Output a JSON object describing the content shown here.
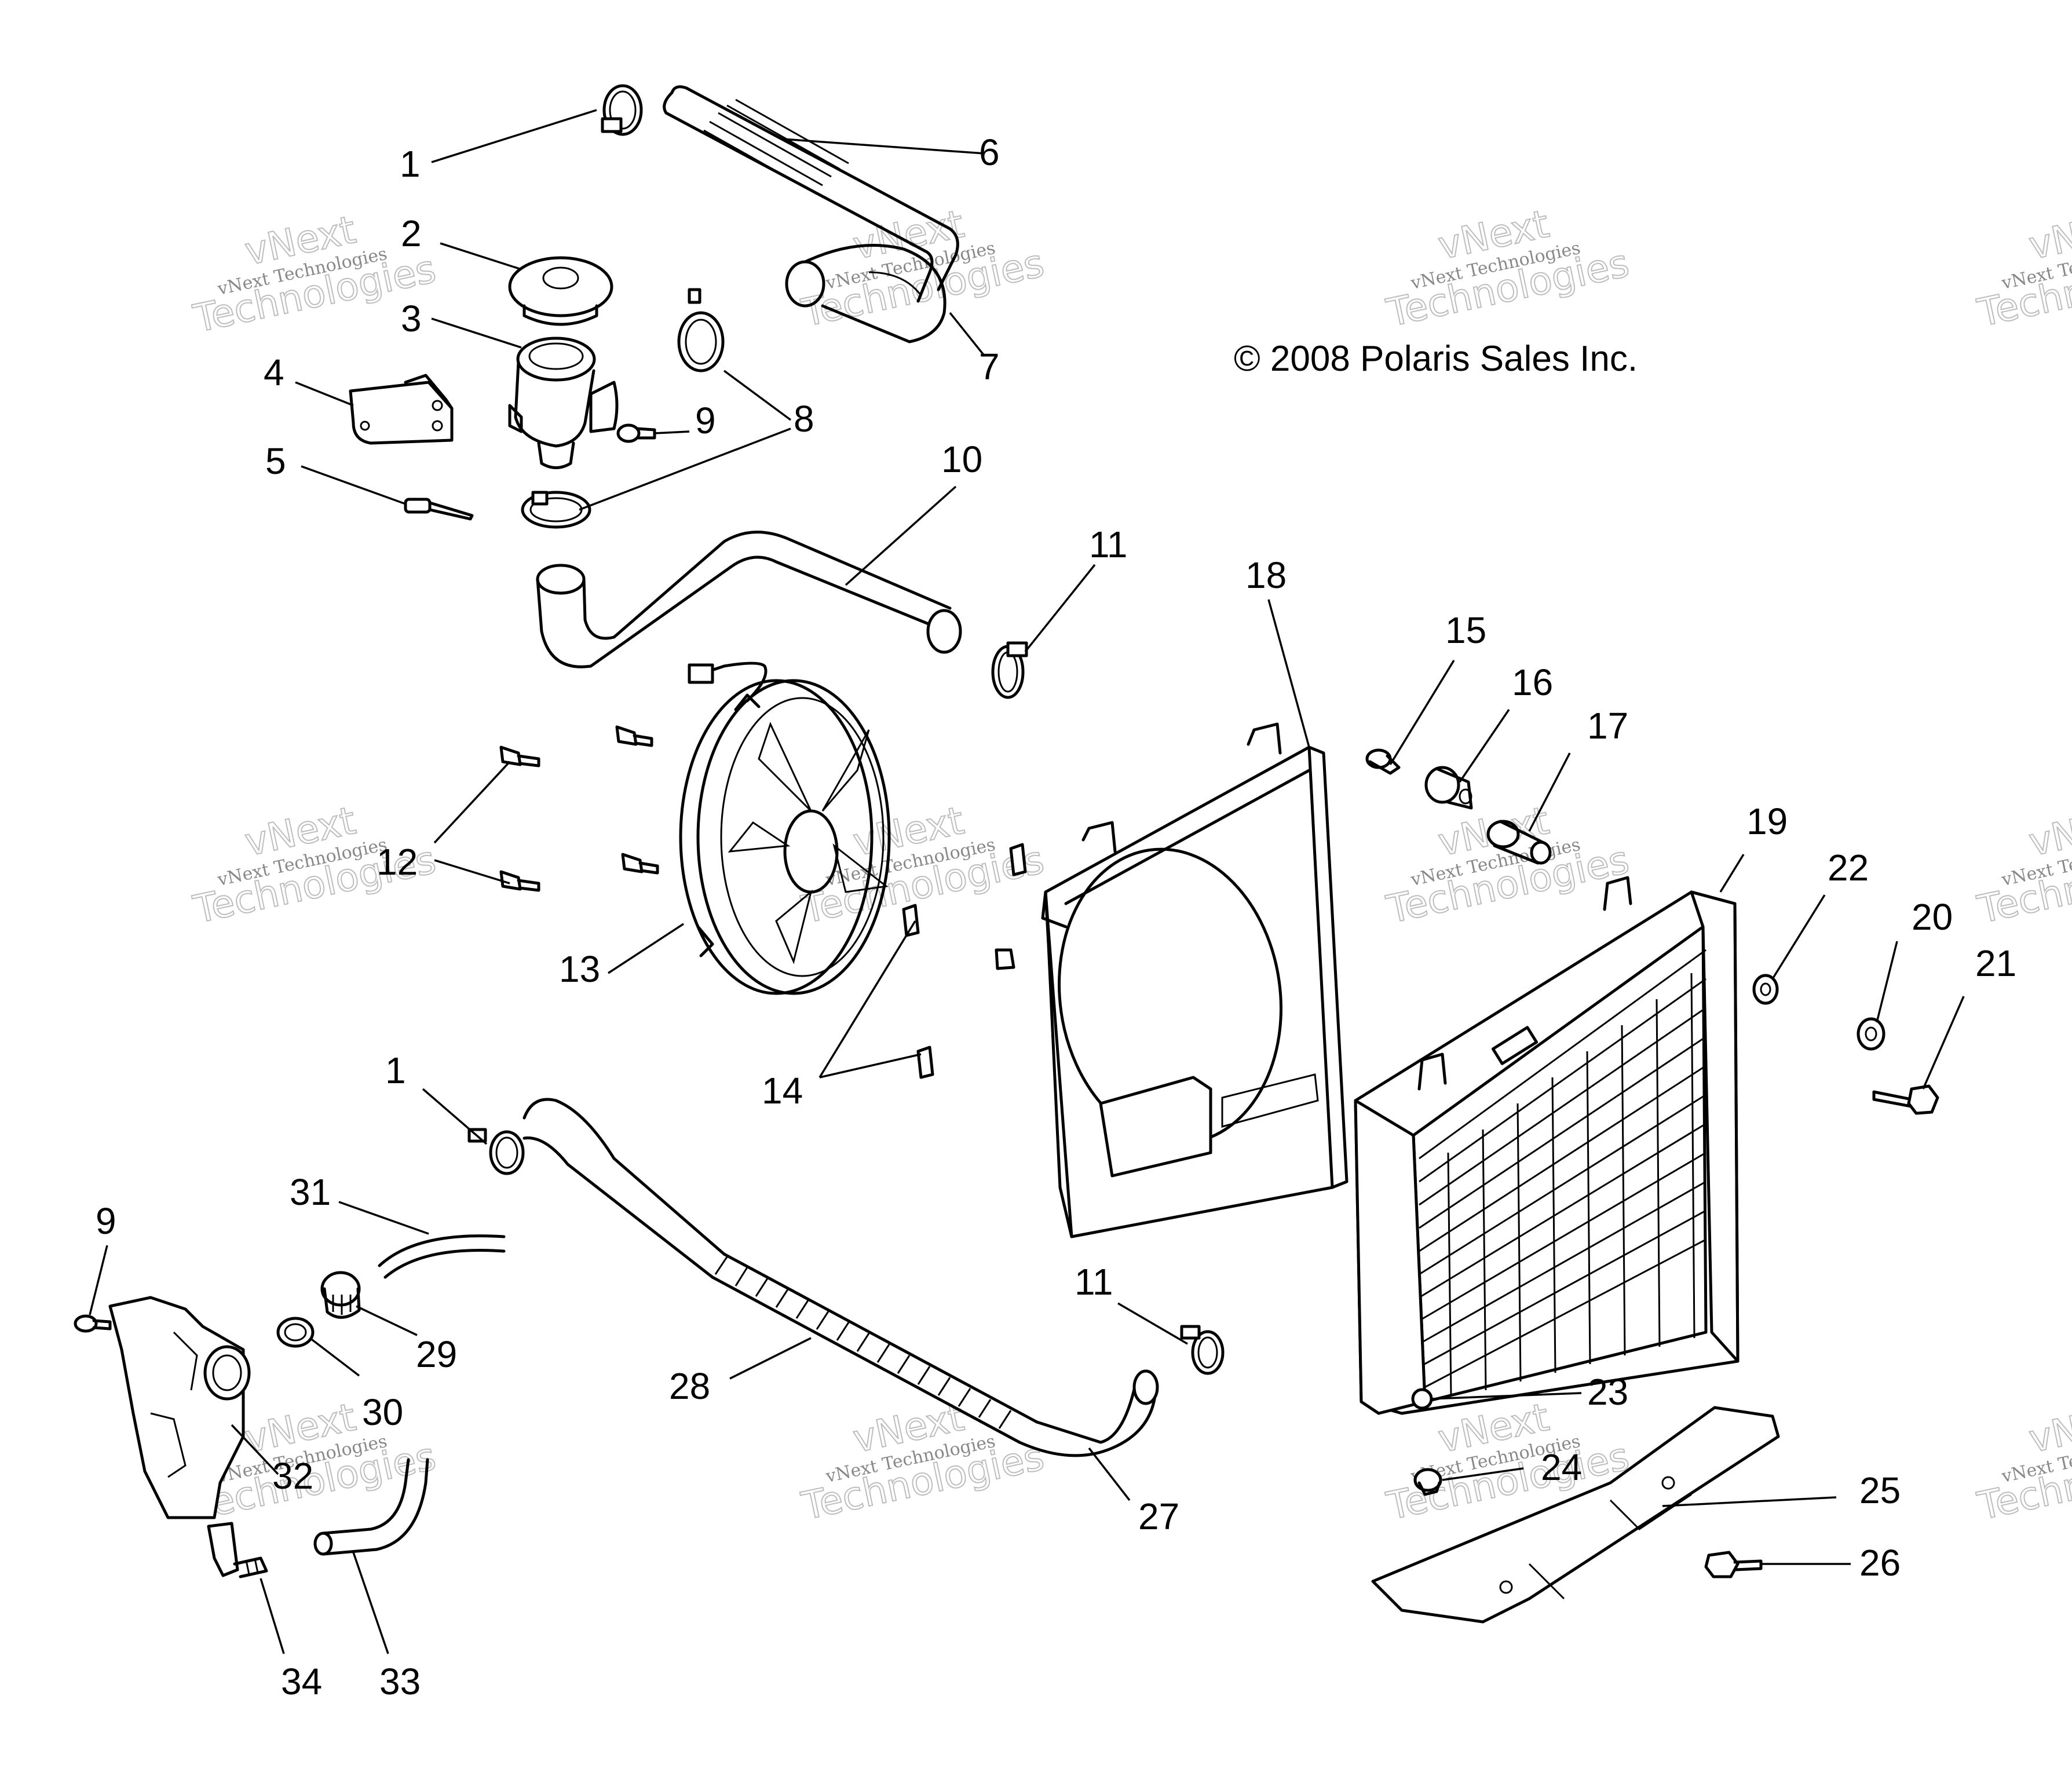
{
  "copyright": "© 2008 Polaris Sales Inc.",
  "watermark": {
    "line_small": "vNext Technologies",
    "line_big_top": "vNext",
    "line_big_bottom": "Technologies"
  },
  "callouts": [
    {
      "id": "c1a",
      "label": "1",
      "part": "hose-clamp"
    },
    {
      "id": "c2",
      "label": "2",
      "part": "radiator-cap"
    },
    {
      "id": "c3",
      "label": "3",
      "part": "filler-neck"
    },
    {
      "id": "c4",
      "label": "4",
      "part": "filler-neck-bracket"
    },
    {
      "id": "c5",
      "label": "5",
      "part": "rivet"
    },
    {
      "id": "c6",
      "label": "6",
      "part": "upper-hose"
    },
    {
      "id": "c7",
      "label": "7",
      "part": "hose-elbow"
    },
    {
      "id": "c8",
      "label": "8",
      "part": "hose-clamps"
    },
    {
      "id": "c9a",
      "label": "9",
      "part": "screw"
    },
    {
      "id": "c10",
      "label": "10",
      "part": "radiator-hose"
    },
    {
      "id": "c11a",
      "label": "11",
      "part": "hose-clamp"
    },
    {
      "id": "c12",
      "label": "12",
      "part": "fan-screws"
    },
    {
      "id": "c13",
      "label": "13",
      "part": "cooling-fan"
    },
    {
      "id": "c14",
      "label": "14",
      "part": "speed-nuts"
    },
    {
      "id": "c15",
      "label": "15",
      "part": "bushing"
    },
    {
      "id": "c16",
      "label": "16",
      "part": "grommet"
    },
    {
      "id": "c17",
      "label": "17",
      "part": "sleeve"
    },
    {
      "id": "c18",
      "label": "18",
      "part": "fan-shroud"
    },
    {
      "id": "c19",
      "label": "19",
      "part": "radiator"
    },
    {
      "id": "c22",
      "label": "22",
      "part": "washer"
    },
    {
      "id": "c20",
      "label": "20",
      "part": "washer"
    },
    {
      "id": "c21",
      "label": "21",
      "part": "bolt"
    },
    {
      "id": "c1b",
      "label": "1",
      "part": "hose-clamp"
    },
    {
      "id": "c31",
      "label": "31",
      "part": "overflow-hose"
    },
    {
      "id": "c9b",
      "label": "9",
      "part": "screw"
    },
    {
      "id": "c29",
      "label": "29",
      "part": "reservoir-cap"
    },
    {
      "id": "c30",
      "label": "30",
      "part": "gasket"
    },
    {
      "id": "c28",
      "label": "28",
      "part": "lower-hose"
    },
    {
      "id": "c11b",
      "label": "11",
      "part": "hose-clamp"
    },
    {
      "id": "c23",
      "label": "23",
      "part": "drain-plug"
    },
    {
      "id": "c24",
      "label": "24",
      "part": "nut"
    },
    {
      "id": "c25",
      "label": "25",
      "part": "mounting-bracket"
    },
    {
      "id": "c32",
      "label": "32",
      "part": "coolant-reservoir"
    },
    {
      "id": "c27",
      "label": "27",
      "part": "hose-end"
    },
    {
      "id": "c26",
      "label": "26",
      "part": "bolt"
    },
    {
      "id": "c34",
      "label": "34",
      "part": "elbow-fitting"
    },
    {
      "id": "c33",
      "label": "33",
      "part": "vent-hose"
    }
  ]
}
